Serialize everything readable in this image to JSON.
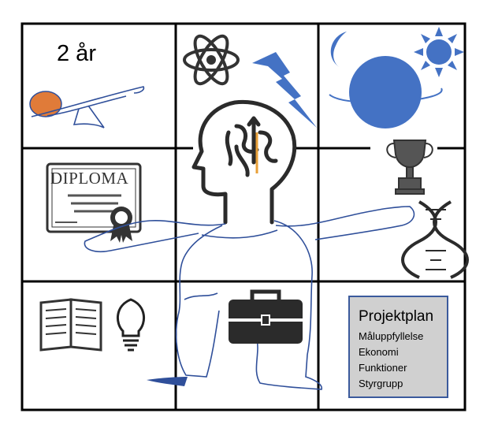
{
  "grid": {
    "rows": 3,
    "cols": 3
  },
  "cells": {
    "top_left": {
      "label": "2 år",
      "icons": [
        "orange-blob-icon",
        "seesaw-scribble"
      ]
    },
    "top_middle": {
      "icons": [
        "atom-icon",
        "lightning-bolt-icon"
      ]
    },
    "top_right": {
      "icons": [
        "crescent-moon-icon",
        "sun-icon",
        "planet-icon"
      ]
    },
    "middle_left": {
      "diploma_text": "DIPLOMA",
      "icons": [
        "diploma-certificate-icon"
      ]
    },
    "center": {
      "icons": [
        "head-with-brain-maze-icon",
        "person-outline-scribble"
      ]
    },
    "middle_right": {
      "icons": [
        "trophy-icon",
        "dna-helix-icon"
      ]
    },
    "bottom_left": {
      "icons": [
        "open-book-icon",
        "light-bulb-icon"
      ]
    },
    "bottom_middle": {
      "icons": [
        "briefcase-icon"
      ]
    },
    "bottom_right": {
      "plan_title": "Projektplan",
      "plan_items": [
        "Måluppfyllelse",
        "Ekonomi",
        "Funktioner",
        "Styrgrupp"
      ]
    }
  },
  "colors": {
    "grid": "#000000",
    "scribble": "#2f4f9a",
    "planet": "#4472c4",
    "orange": "#e07b39",
    "icon_dark": "#2b2b2b",
    "plan_box_fill": "#d0d0d0",
    "plan_box_border": "#3b5a9c"
  }
}
